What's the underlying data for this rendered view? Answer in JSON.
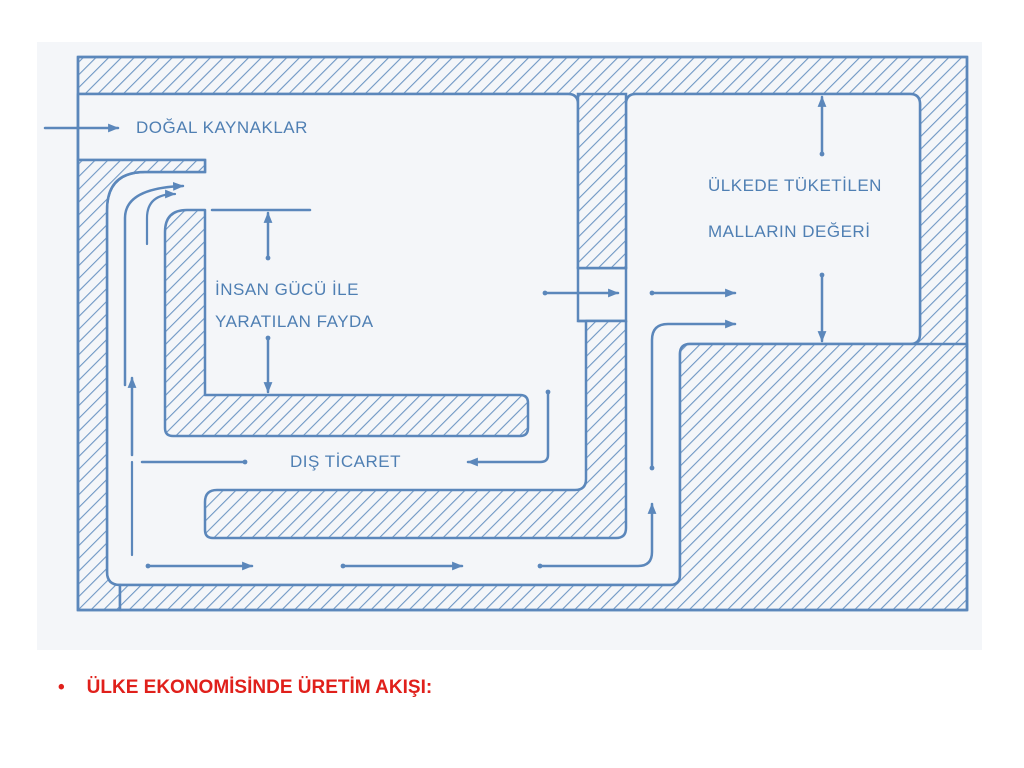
{
  "diagram": {
    "labels": {
      "natural_resources": "DOĞAL KAYNAKLAR",
      "human_effort_line1": "İNSAN GÜCÜ İLE",
      "human_effort_line2": "YARATILAN FAYDA",
      "foreign_trade": "DIŞ TİCARET",
      "consumed_goods_line1": "ÜLKEDE TÜKETİLEN",
      "consumed_goods_line2": "MALLARIN DEĞERİ"
    },
    "colors": {
      "line": "#5b87bb",
      "text": "#4f7fb3",
      "caption": "#e0201b"
    }
  },
  "caption": {
    "bullet": "•",
    "text": "ÜLKE EKONOMİSİNDE ÜRETİM AKIŞI:"
  }
}
